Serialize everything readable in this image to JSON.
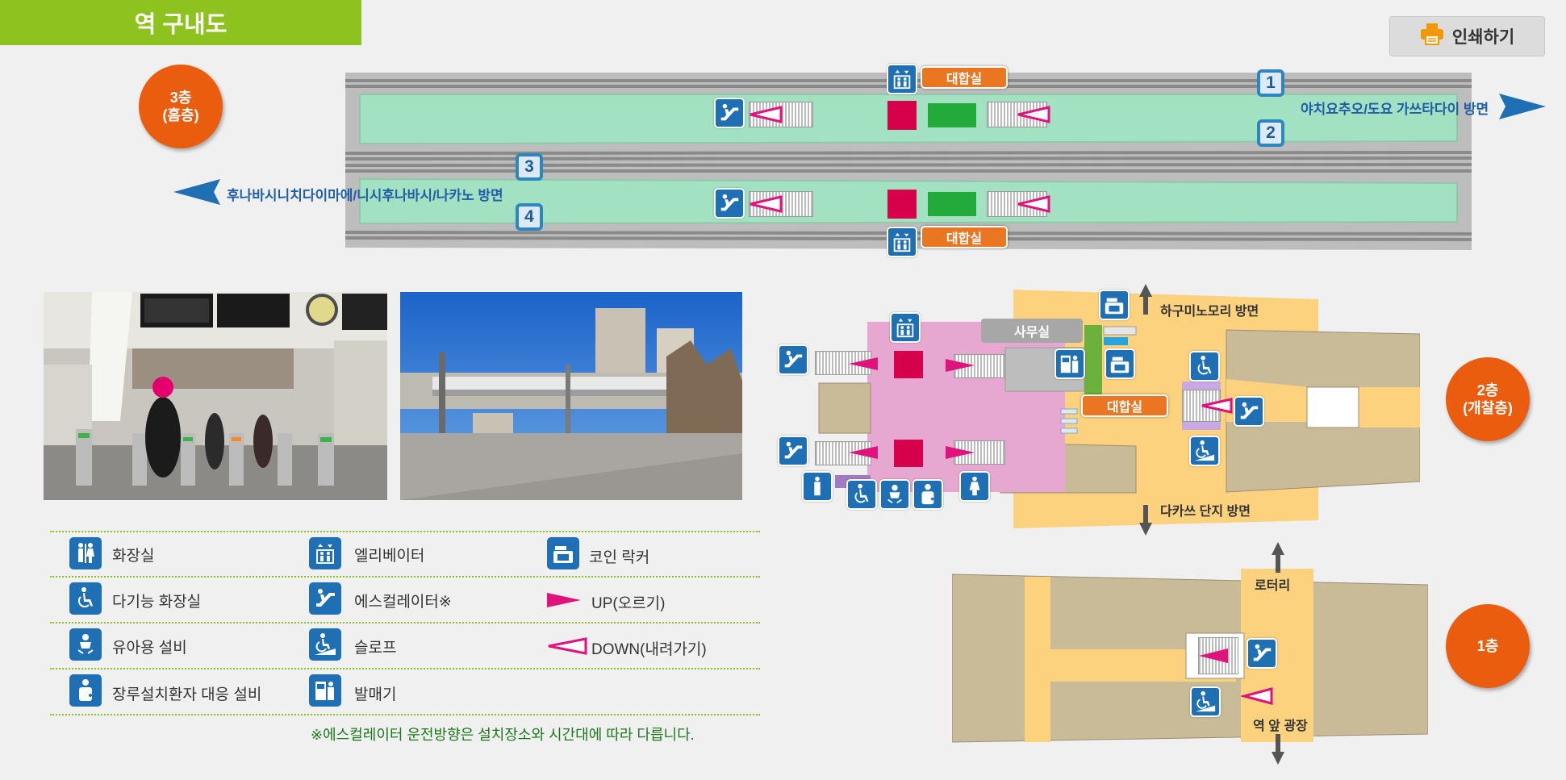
{
  "header": {
    "title": "역 구내도",
    "print_label": "인쇄하기"
  },
  "floors": {
    "f3": "3층\n(홈층)",
    "f2": "2층\n(개찰층)",
    "f1": "1층"
  },
  "platforms": {
    "p1": "1",
    "p2": "2",
    "p3": "3",
    "p4": "4"
  },
  "directions": {
    "east": "야치요추오/도요 가쓰타다이 방면",
    "west": "후나바시니치다이마에/니시후나바시/나카노 방면",
    "north": "하구미노모리 방면",
    "south": "다카쓰 단지 방면",
    "rotary": "로터리",
    "plaza": "역 앞 광장"
  },
  "rooms": {
    "waiting_top": "대합실",
    "waiting_bottom": "대합실",
    "waiting_2f": "대합실",
    "office": "사무실"
  },
  "legend": {
    "toilet": "화장실",
    "elevator": "엘리베이터",
    "coin_locker": "코인 락커",
    "multi_toilet": "다기능 화장실",
    "escalator": "에스컬레이터※",
    "up": "UP(오르기)",
    "baby": "유아용 설비",
    "slope": "슬로프",
    "down": "DOWN(내려가기)",
    "ostomy": "장루설치환자 대응 설비",
    "ticket_machine": "발매기",
    "note": "※에스컬레이터 운전방향은 설치장소와 시간대에 따라 다릅니다."
  },
  "colors": {
    "brand_green": "#8dc21f",
    "floor_orange": "#ea5d0f",
    "icon_blue": "#1f6fb5",
    "platform_green": "#a2e2c2",
    "concourse_pink": "#e6a8d0",
    "concourse_yellow": "#fcd27f",
    "building_tan": "#c9bb98",
    "up_arrow": "#e0127c",
    "stairs_red": "#d7004b",
    "green_block": "#22aa3b",
    "waiting_orange": "#ea7622"
  },
  "icons": [
    "printer-icon",
    "escalator-icon",
    "elevator-icon",
    "toilet-icon",
    "wheelchair-icon",
    "baby-icon",
    "ostomy-icon",
    "coin-locker-icon",
    "ticket-machine-icon",
    "slope-icon",
    "arrow-up-icon",
    "arrow-down-icon"
  ]
}
